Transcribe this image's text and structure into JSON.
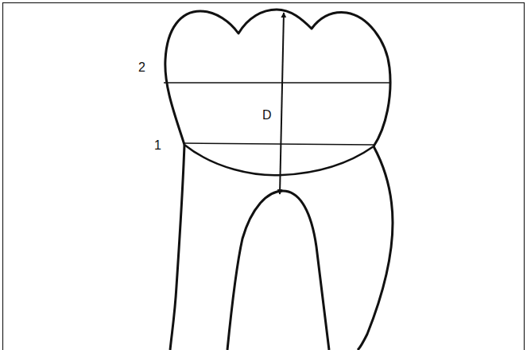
{
  "diagram": {
    "labels": [
      "2",
      "D",
      "1"
    ]
  }
}
